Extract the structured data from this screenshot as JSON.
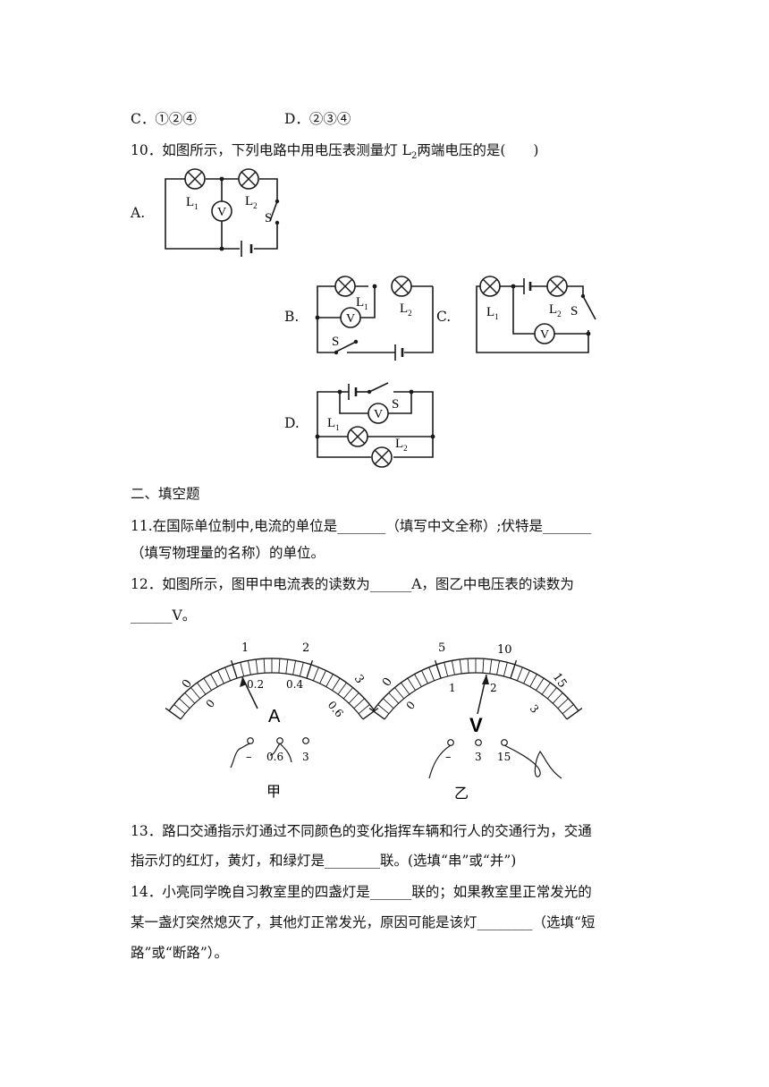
{
  "q9": {
    "option_c": "C．①②④",
    "option_d": "D．②③④"
  },
  "q10": {
    "stem_pre": "10．如图所示，下列电路中用电压表测量灯 L",
    "stem_sub": "2",
    "stem_post": "两端电压的是(　　)",
    "labels": {
      "a": "A.",
      "b": "B.",
      "c": "C.",
      "d": "D."
    },
    "circuit_symbols": {
      "L1": "L",
      "L1_sub": "1",
      "L2": "L",
      "L2_sub": "2",
      "voltmeter": "V",
      "switch": "S"
    }
  },
  "section2": {
    "title": "二、填空题"
  },
  "q11": {
    "line1": "11.在国际单位制中,电流的单位是_______（填写中文全称）;伏特是_______",
    "line2": "（填写物理量的名称）的单位。"
  },
  "q12": {
    "line1": "12．如图所示，图甲中电流表的读数为______A，图乙中电压表的读数为",
    "line2": "______V。",
    "ammeter": {
      "top_ticks": [
        "0",
        "1",
        "2",
        "3"
      ],
      "bottom_ticks": [
        "0",
        "0.2",
        "0.4",
        "0.6"
      ],
      "unit": "A",
      "terminals": [
        "–",
        "0.6",
        "3"
      ],
      "caption": "甲"
    },
    "voltmeter": {
      "top_ticks": [
        "0",
        "5",
        "10",
        "15"
      ],
      "bottom_ticks": [
        "0",
        "1",
        "2",
        "3"
      ],
      "unit": "V",
      "terminals": [
        "–",
        "3",
        "15"
      ],
      "caption": "乙"
    }
  },
  "q13": {
    "line1": "13．路口交通指示灯通过不同颜色的变化指挥车辆和行人的交通行为，交通",
    "line2": "指示灯的红灯，黄灯，和绿灯是________联。(选填“串”或“并”)"
  },
  "q14": {
    "line1": "14．小亮同学晚自习教室里的四盏灯是______联的；如果教室里正常发光的",
    "line2": "某一盏灯突然熄灭了，其他灯正常发光，原因可能是该灯________（选填“短",
    "line3": "路”或“断路”）。"
  }
}
